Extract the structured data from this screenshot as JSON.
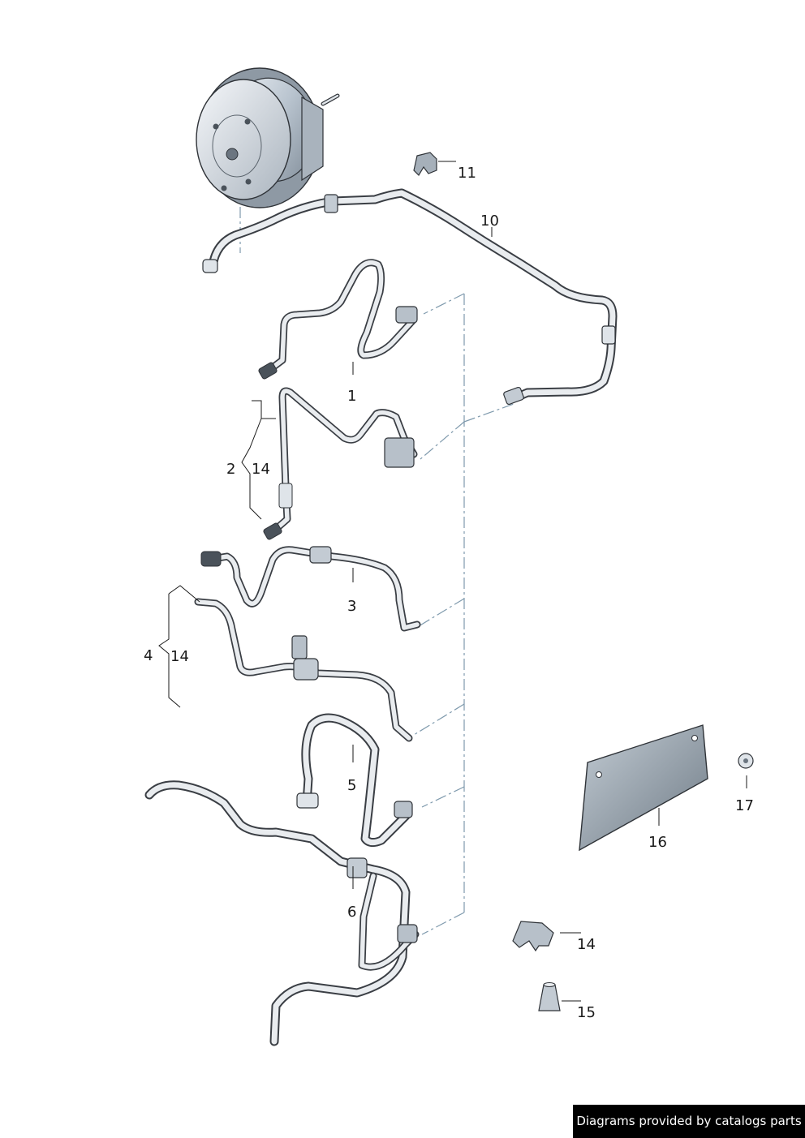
{
  "diagram": {
    "callouts": [
      {
        "id": "c11",
        "text": "11"
      },
      {
        "id": "c10",
        "text": "10"
      },
      {
        "id": "c1",
        "text": "1"
      },
      {
        "id": "c2",
        "text": "2"
      },
      {
        "id": "c2b",
        "text": "14"
      },
      {
        "id": "c3",
        "text": "3"
      },
      {
        "id": "c4",
        "text": "4"
      },
      {
        "id": "c4b",
        "text": "14"
      },
      {
        "id": "c5",
        "text": "5"
      },
      {
        "id": "c6",
        "text": "6"
      },
      {
        "id": "c16",
        "text": "16"
      },
      {
        "id": "c17",
        "text": "17"
      },
      {
        "id": "c14",
        "text": "14"
      },
      {
        "id": "c15",
        "text": "15"
      }
    ],
    "colors": {
      "hose_outline": "#3a3e44",
      "hose_fill": "#e9ecef",
      "part_fill": "#c8d0d8",
      "leader": "#1a1a1a",
      "dash_line": "#7f9aad"
    }
  },
  "footer": {
    "credit": "Diagrams provided by catalogs parts"
  }
}
